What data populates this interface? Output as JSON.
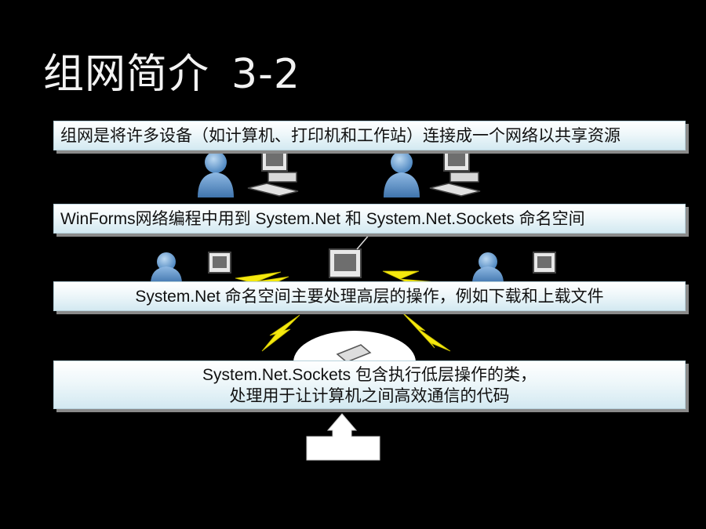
{
  "slide": {
    "title": "组网简介",
    "title_number": "3-2"
  },
  "boxes": {
    "definition": "组网是将许多设备（如计算机、打印机和工作站）连接成一个网络以共享资源",
    "namespaces": "WinForms网络编程中用到 System.Net 和 System.Net.Sockets 命名空间",
    "system_net": "System.Net 命名空间主要处理高层的操作，例如下载和上载文件",
    "sockets_line1": "System.Net.Sockets 包含执行低层操作的类，",
    "sockets_line2": "处理用于让计算机之间高效通信的代码"
  },
  "colors": {
    "background": "#000000",
    "title_text": "#f2f2f2",
    "box_top": "#ffffff",
    "box_bottom": "#d3e9f1",
    "lightning": "#f5e90e",
    "user_figure": "#6ea3d6"
  },
  "icons": [
    "user-icon",
    "computer-icon",
    "lightning-icon",
    "network-hub-icon",
    "up-arrow-icon"
  ]
}
